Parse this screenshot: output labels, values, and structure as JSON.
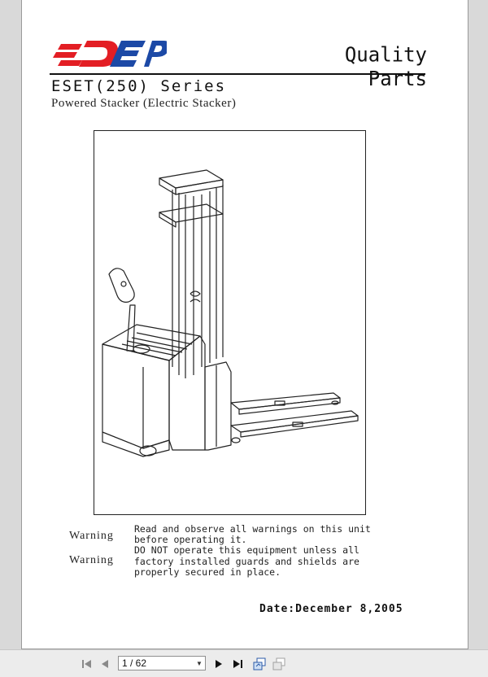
{
  "document": {
    "brand": "EP",
    "header_right": "Quality Parts",
    "series_title": "ESET(250) Series",
    "subtitle": "Powered Stacker (Electric Stacker)",
    "warnings": {
      "label_1": "Warning",
      "label_2": "Warning",
      "text": "Read and observe all warnings on this unit\nbefore operating it.\nDO NOT operate this equipment unless all\nfactory installed guards and shields are\nproperly secured in place."
    },
    "date": "Date:December 8,2005"
  },
  "viewer": {
    "page_indicator": "1 / 62",
    "icons": [
      "first-page-icon",
      "prev-page-icon",
      "page-dropdown-icon",
      "next-page-icon",
      "last-page-icon",
      "fit-page-icon",
      "fit-width-icon"
    ],
    "colors": {
      "brand_red": "#e31e24",
      "brand_blue": "#1c49a6"
    }
  }
}
